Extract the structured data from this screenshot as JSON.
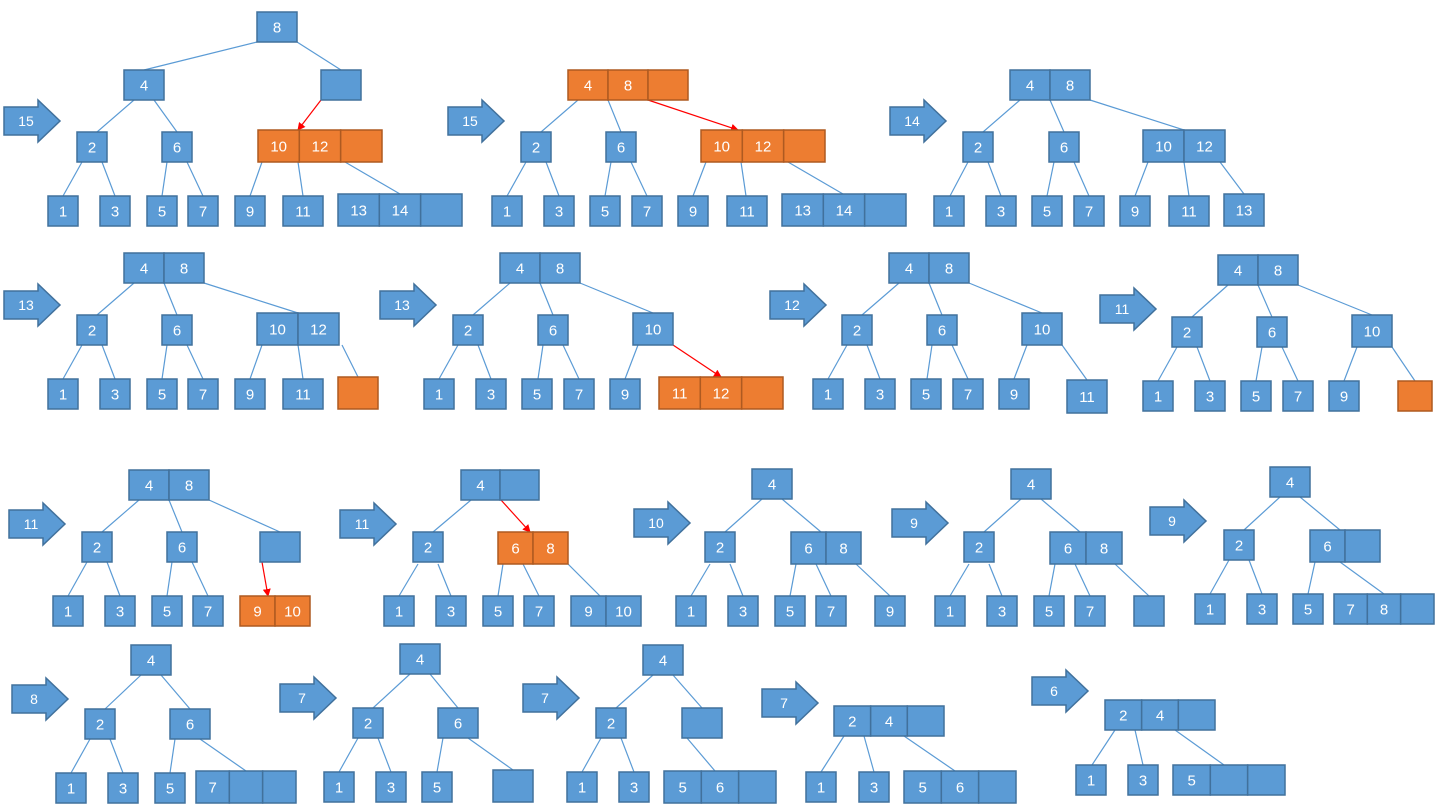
{
  "colors": {
    "node_blue": "#5b9bd5",
    "node_blue_border": "#41719c",
    "node_orange": "#ed7d31",
    "node_orange_border": "#ae5a21",
    "edge": "#5b9bd5",
    "highlight_edge": "#ff0000",
    "text": "#ffffff"
  },
  "panels": [
    {
      "id": "p1",
      "step": "15"
    },
    {
      "id": "p2",
      "step": "15"
    },
    {
      "id": "p3",
      "step": "14"
    },
    {
      "id": "p4",
      "step": "13"
    },
    {
      "id": "p5",
      "step": "13"
    },
    {
      "id": "p6",
      "step": "12"
    },
    {
      "id": "p7",
      "step": "11"
    },
    {
      "id": "p8",
      "step": "11"
    },
    {
      "id": "p9",
      "step": "11"
    },
    {
      "id": "p10",
      "step": "10"
    },
    {
      "id": "p11",
      "step": "9"
    },
    {
      "id": "p12",
      "step": "9"
    },
    {
      "id": "p13",
      "step": "8"
    },
    {
      "id": "p14",
      "step": "7"
    },
    {
      "id": "p15",
      "step": "7"
    },
    {
      "id": "p16",
      "step": "7"
    },
    {
      "id": "p17",
      "step": "6"
    }
  ]
}
